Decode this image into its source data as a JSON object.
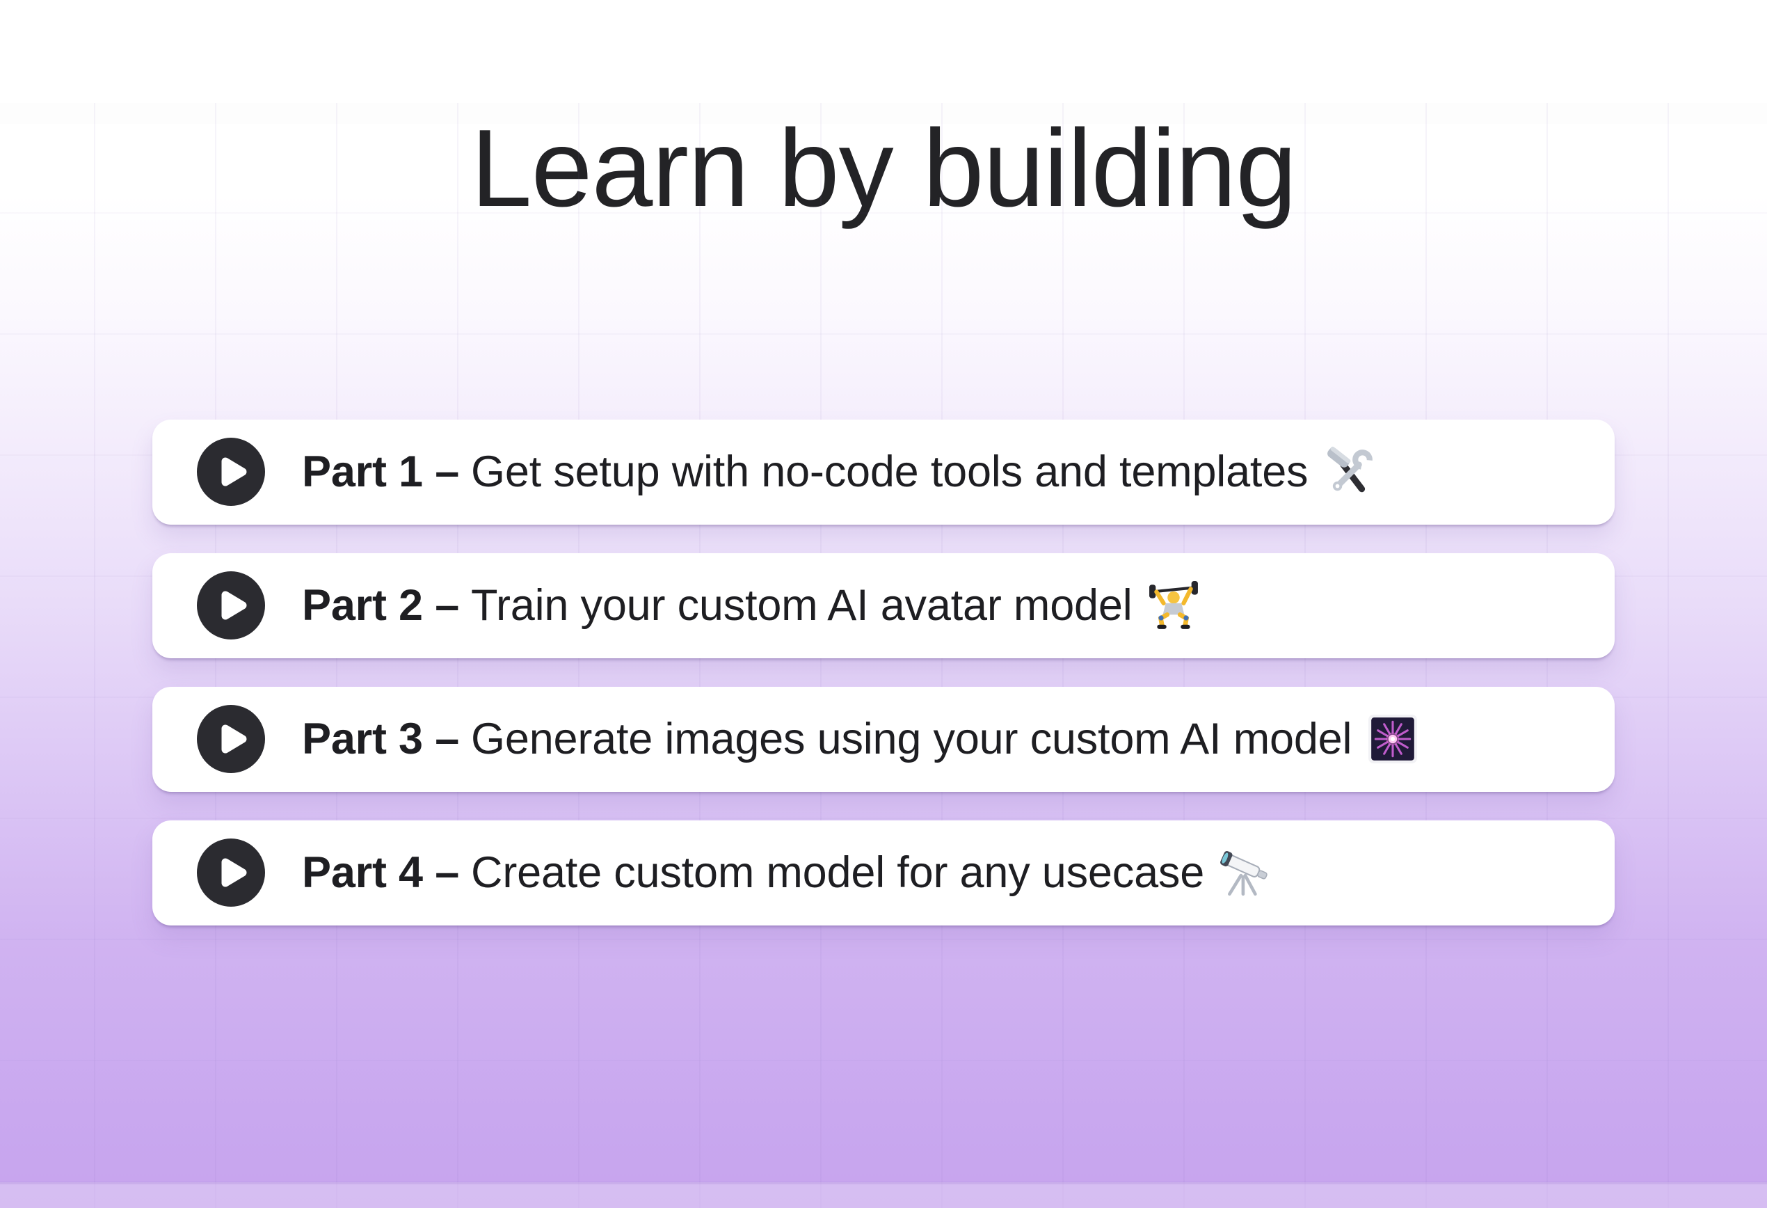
{
  "page": {
    "title": "Learn by building"
  },
  "colors": {
    "background_top": "#ffffff",
    "background_bottom": "#c7a4ee",
    "card_background": "#ffffff",
    "play_button": "#2b2b30",
    "title_text": "#232326",
    "row_text": "#1e1e22"
  },
  "icons": {
    "play": "play-circle"
  },
  "parts": [
    {
      "label": "Part 1 –",
      "description": "Get setup with no-code tools and templates",
      "emoji": "🛠️",
      "emoji_name": "hammer-and-wrench"
    },
    {
      "label": "Part 2 –",
      "description": "Train your custom AI avatar model",
      "emoji": "🏋️",
      "emoji_name": "person-lifting-weights"
    },
    {
      "label": "Part 3 –",
      "description": "Generate images using your custom AI model",
      "emoji": "🎆",
      "emoji_name": "fireworks"
    },
    {
      "label": "Part 4 –",
      "description": "Create custom model for any usecase",
      "emoji": "🔭",
      "emoji_name": "telescope"
    }
  ]
}
